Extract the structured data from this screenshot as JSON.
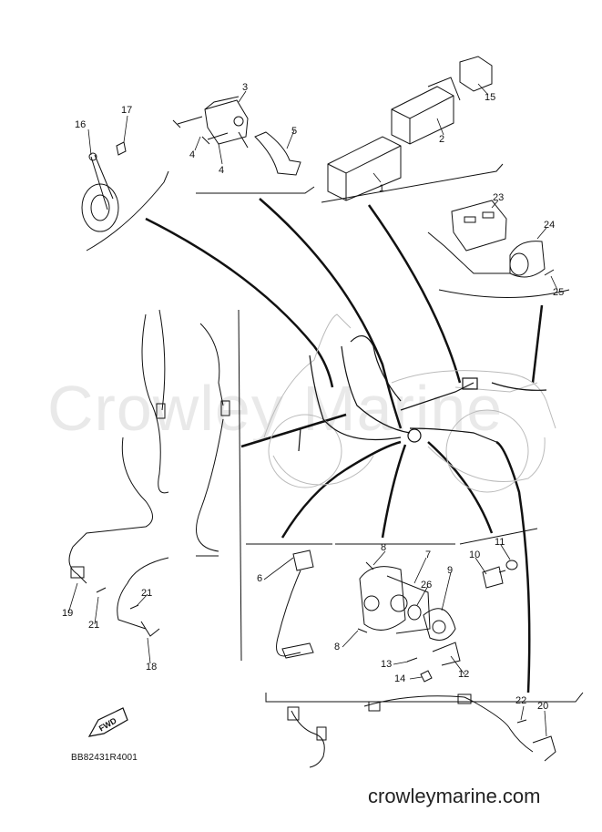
{
  "watermark_text": "Crowley Marine",
  "diagram_code": "BB82431R4001",
  "site_url": "crowleymarine.com",
  "fwd_label": "FWD",
  "callouts": [
    {
      "id": "c1",
      "text": "1"
    },
    {
      "id": "c2",
      "text": "2"
    },
    {
      "id": "c3",
      "text": "3"
    },
    {
      "id": "c4a",
      "text": "4"
    },
    {
      "id": "c4b",
      "text": "4"
    },
    {
      "id": "c5",
      "text": "5"
    },
    {
      "id": "c6",
      "text": "6"
    },
    {
      "id": "c7",
      "text": "7"
    },
    {
      "id": "c8a",
      "text": "8"
    },
    {
      "id": "c8b",
      "text": "8"
    },
    {
      "id": "c9",
      "text": "9"
    },
    {
      "id": "c10",
      "text": "10"
    },
    {
      "id": "c11",
      "text": "11"
    },
    {
      "id": "c12",
      "text": "12"
    },
    {
      "id": "c13",
      "text": "13"
    },
    {
      "id": "c14",
      "text": "14"
    },
    {
      "id": "c15",
      "text": "15"
    },
    {
      "id": "c16",
      "text": "16"
    },
    {
      "id": "c17",
      "text": "17"
    },
    {
      "id": "c18",
      "text": "18"
    },
    {
      "id": "c19",
      "text": "19"
    },
    {
      "id": "c20",
      "text": "20"
    },
    {
      "id": "c21a",
      "text": "21"
    },
    {
      "id": "c21b",
      "text": "21"
    },
    {
      "id": "c22",
      "text": "22"
    },
    {
      "id": "c23",
      "text": "23"
    },
    {
      "id": "c24",
      "text": "24"
    },
    {
      "id": "c25",
      "text": "25"
    },
    {
      "id": "c26",
      "text": "26"
    }
  ]
}
